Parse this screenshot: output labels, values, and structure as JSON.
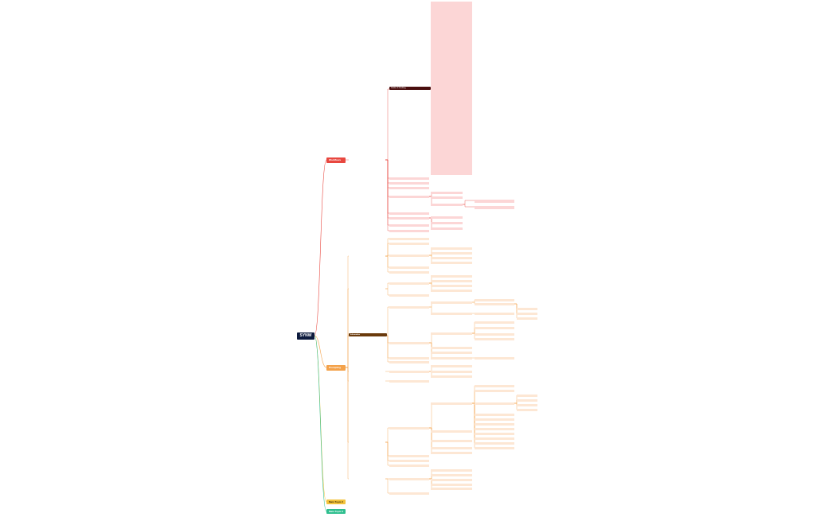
{
  "root": {
    "label": "SYNW"
  },
  "main_topics": [
    {
      "label": "Workflows",
      "color": "#e8473f"
    },
    {
      "label": "Prompting",
      "color": "#f4a24a"
    },
    {
      "label": "Main Topic 2",
      "color": "#f3c33c"
    },
    {
      "label": "Main Topic 3",
      "color": "#2fbf8f"
    }
  ],
  "bars": {
    "workflow_sub": "Guides & Drafting",
    "prompting_sub": "Information"
  },
  "colors": {
    "edge_red": "#e8473f",
    "edge_orange": "#f4a24a",
    "edge_yellow": "#f3c33c",
    "edge_green": "#2fbf8f",
    "pink": "#fcd6d6",
    "peach": "#fde7d4",
    "dark_red": "#4a0e0e",
    "dark_brown": "#6a3a0c"
  }
}
